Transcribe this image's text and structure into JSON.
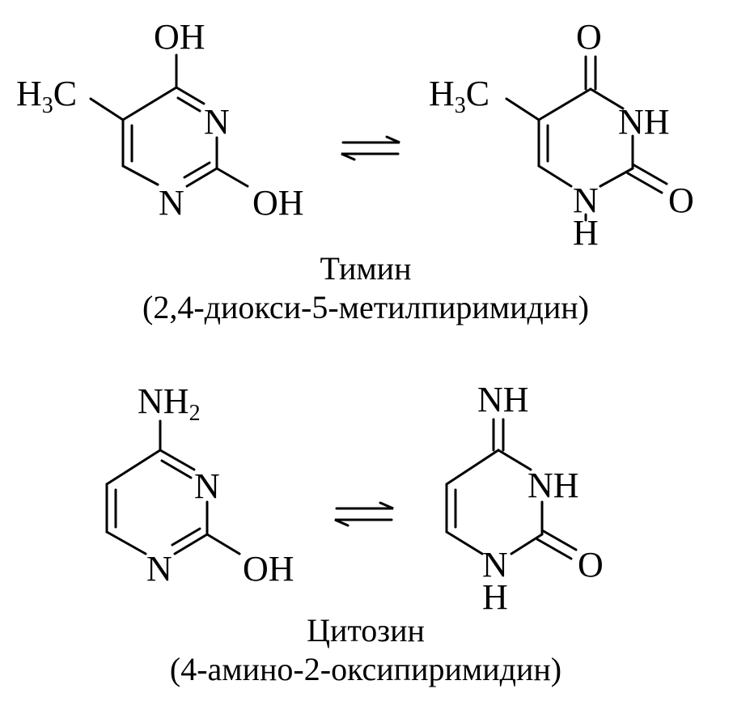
{
  "thymine": {
    "enol": {
      "oh_top": "OH",
      "methyl_h": "H",
      "methyl_sub": "3",
      "methyl_c": "C",
      "n3": "N",
      "n1": "N",
      "oh_bottom": "OH"
    },
    "keto": {
      "o_top": "O",
      "methyl_h": "H",
      "methyl_sub": "3",
      "methyl_c": "C",
      "nh3": "NH",
      "o_right": "O",
      "n1": "N",
      "n1_h": "H"
    },
    "name": "Тимин",
    "iupac": "(2,4-диокси-5-метилпиримидин)"
  },
  "cytosine": {
    "amino": {
      "nh_top": "NH",
      "nh_sub": "2",
      "n3": "N",
      "n1": "N",
      "oh": "OH"
    },
    "imino": {
      "nh_top": "NH",
      "nh3": "NH",
      "o_right": "O",
      "n1": "N",
      "n1_h": "H"
    },
    "name": "Цитозин",
    "iupac": "(4-амино-2-оксипиримидин)"
  }
}
